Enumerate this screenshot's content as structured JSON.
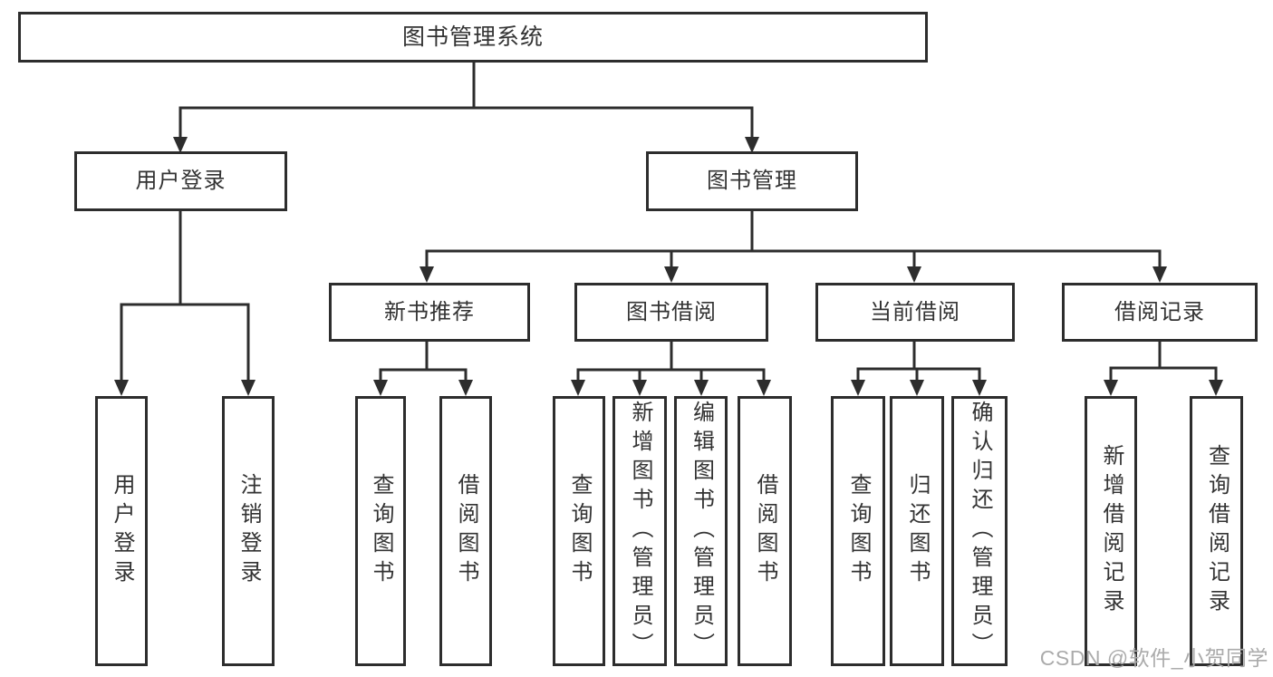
{
  "diagram": {
    "root": {
      "label": "图书管理系统"
    },
    "level2": {
      "user_login": {
        "label": "用户登录"
      },
      "book_management": {
        "label": "图书管理"
      }
    },
    "level3": {
      "new_book_recommend": {
        "label": "新书推荐"
      },
      "book_borrow": {
        "label": "图书借阅"
      },
      "current_borrow": {
        "label": "当前借阅"
      },
      "borrow_records": {
        "label": "借阅记录"
      }
    },
    "leaves": {
      "user_login": {
        "label": "用户登录"
      },
      "logout": {
        "label": "注销登录"
      },
      "recommend_query_books": {
        "label": "查询图书"
      },
      "recommend_borrow_books": {
        "label": "借阅图书"
      },
      "borrow_query_books": {
        "label": "查询图书"
      },
      "borrow_add_book_admin": {
        "label": "新增图书（管理员）"
      },
      "borrow_edit_book_admin": {
        "label": "编辑图书（管理员）"
      },
      "borrow_borrow_books": {
        "label": "借阅图书"
      },
      "current_query_books": {
        "label": "查询图书"
      },
      "current_return_book": {
        "label": "归还图书"
      },
      "current_confirm_return_admin": {
        "label": "确认归还（管理员）"
      },
      "records_add_record": {
        "label": "新增借阅记录"
      },
      "records_query_record": {
        "label": "查询借阅记录"
      }
    },
    "colors": {
      "line": "#2d2d2d",
      "box_border": "#2d2d2d",
      "text": "#333333",
      "watermark": "#ababab",
      "background": "#ffffff"
    }
  },
  "watermark": {
    "text": "CSDN @软件_小贺同学"
  }
}
